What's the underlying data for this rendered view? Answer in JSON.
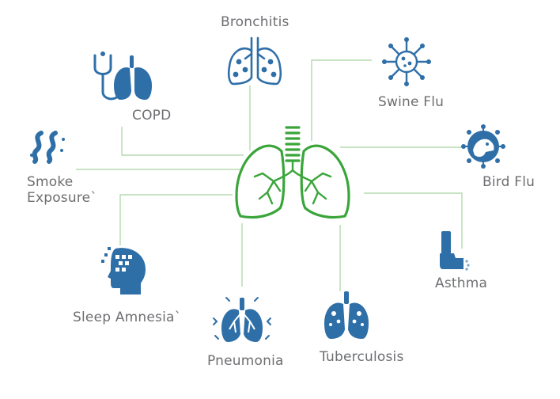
{
  "colors": {
    "icon_blue": "#2f6fa8",
    "lung_green": "#3aa53a",
    "connector_green": "#a7d4a0",
    "label_gray": "#6d6e71"
  },
  "center": {
    "icon": "lungs-icon"
  },
  "conditions": [
    {
      "id": "bronchitis",
      "label": "Bronchitis",
      "icon": "bronchitis-lungs-icon"
    },
    {
      "id": "copd",
      "label": "COPD",
      "icon": "stethoscope-lungs-icon"
    },
    {
      "id": "swine-flu",
      "label": "Swine Flu",
      "icon": "virus-icon"
    },
    {
      "id": "smoke-exposure",
      "label": "Smoke\nExposure`",
      "icon": "smoke-icon"
    },
    {
      "id": "bird-flu",
      "label": "Bird Flu",
      "icon": "bird-virus-icon"
    },
    {
      "id": "sleep-amnesia",
      "label": "Sleep Amnesia`",
      "icon": "head-profile-icon"
    },
    {
      "id": "asthma",
      "label": "Asthma",
      "icon": "inhaler-icon"
    },
    {
      "id": "pneumonia",
      "label": "Pneumonia",
      "icon": "inflamed-lungs-icon"
    },
    {
      "id": "tuberculosis",
      "label": "Tuberculosis",
      "icon": "spotted-lungs-icon"
    }
  ]
}
